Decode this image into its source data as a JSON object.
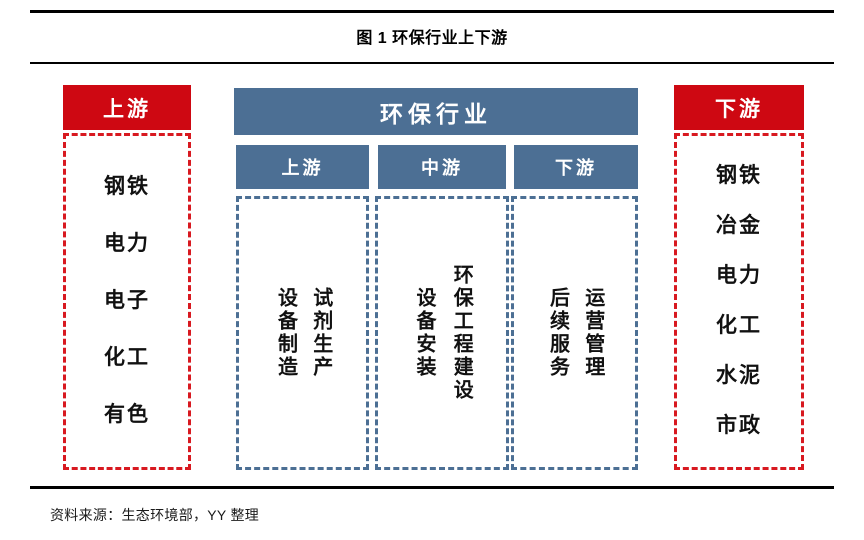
{
  "figure": {
    "title": "图 1 环保行业上下游",
    "source": "资料来源：生态环境部，YY 整理"
  },
  "colors": {
    "red_header": "#CE0812",
    "red_dashed": "#D81920",
    "blue_header": "#4C6F94",
    "blue_dashed": "#4C6F94",
    "text": "#111111",
    "rule": "#000000"
  },
  "upstream_panel": {
    "header": "上游",
    "items": [
      "钢铁",
      "电力",
      "电子",
      "化工",
      "有色"
    ]
  },
  "downstream_panel": {
    "header": "下游",
    "items": [
      "钢铁",
      "冶金",
      "电力",
      "化工",
      "水泥",
      "市政"
    ]
  },
  "industry_panel": {
    "header": "环保行业",
    "segments": [
      {
        "header": "上游",
        "items": [
          "试剂生产",
          "设备制造"
        ]
      },
      {
        "header": "中游",
        "items": [
          "环保工程建设",
          "设备安装"
        ]
      },
      {
        "header": "下游",
        "items": [
          "运营管理",
          "后续服务"
        ]
      }
    ]
  }
}
